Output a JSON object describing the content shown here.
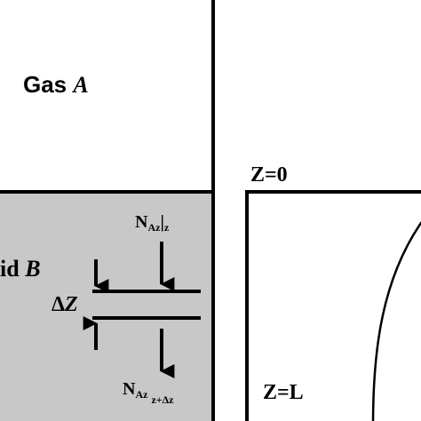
{
  "left_panel": {
    "gas_label": "Gas",
    "gas_symbol": "A",
    "liquid_label": "id",
    "liquid_symbol": "B",
    "delta_label": "Δ",
    "delta_symbol": "Z",
    "flux_top": "N",
    "flux_top_sub": "Az",
    "flux_top_eval": "z",
    "flux_bottom": "N",
    "flux_bottom_sub": "Az",
    "flux_bottom_eval": "z+Δz",
    "liquid_color": "#c8c8c8"
  },
  "right_panel": {
    "top_label": "Z=0",
    "bottom_label": "Z=L"
  }
}
